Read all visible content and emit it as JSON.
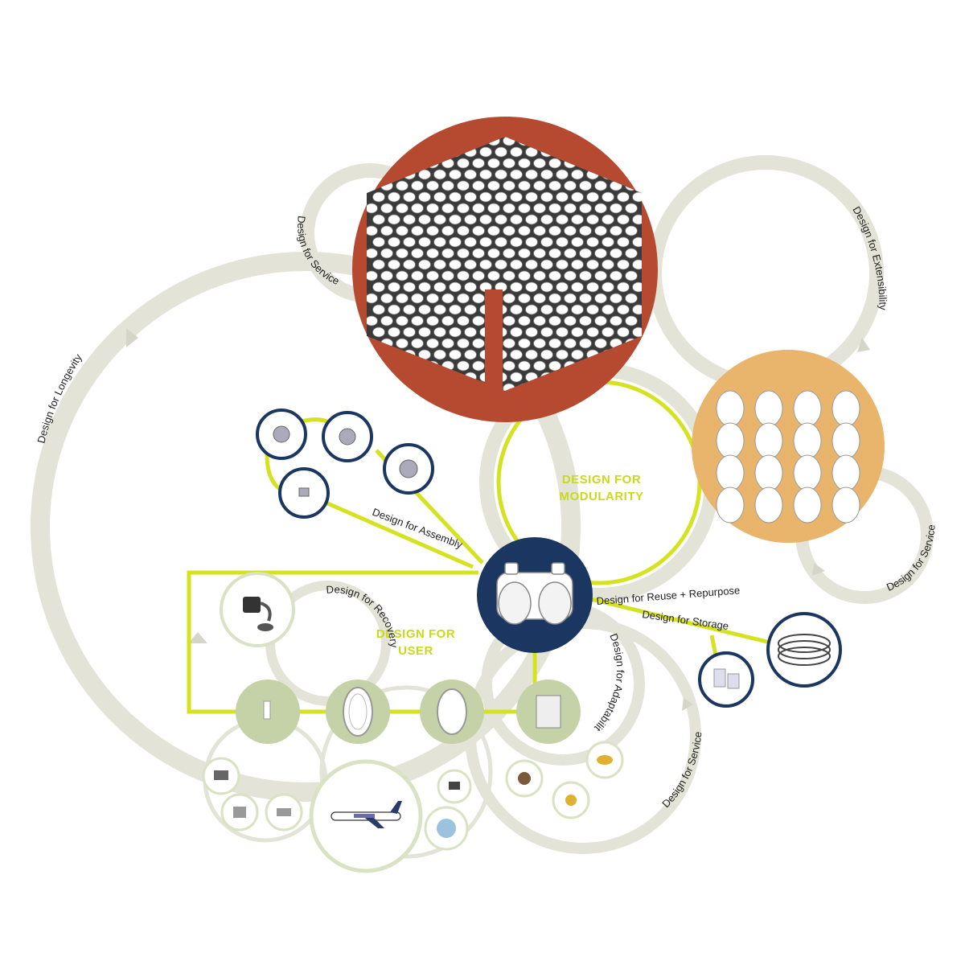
{
  "colors": {
    "ring": "#e3e3d7",
    "lime": "#d4e21f",
    "navy": "#1b3660",
    "rust": "#b54a31",
    "amber": "#e9b56c",
    "sage": "#c5d1a6",
    "sage_outline": "#d9e2c2",
    "hub_text": "#c9d821"
  },
  "hubs": {
    "modularity_line1": "DESIGN FOR",
    "modularity_line2": "MODULARITY",
    "user_line1": "DESIGN FOR",
    "user_line2": "USER"
  },
  "paths": {
    "service_top": "Design for Service",
    "extensibility": "Design for Extensibility",
    "longevity": "Design for Longevity",
    "assembly": "Design for Assembly",
    "reuse": "Design for Reuse + Repurpose",
    "service_right": "Design for Service",
    "storage": "Design for Storage",
    "recovery": "Design for Recovery",
    "adaptability": "Design for Adaptability",
    "service_bottom": "Design for Service"
  },
  "icons": {
    "hex_structure": "hexagonal-modular-wall-icon",
    "module_grid": "module-grid-icon",
    "module_unit": "window-module-unit-icon",
    "bolt": "bolt-screw-icon",
    "window_frame": "aircraft-window-frame-icon",
    "window_pane": "window-pane-icon",
    "bracket": "bracket-part-icon",
    "molten_metal": "molten-metal-ladle-icon",
    "airplane": "airplane-icon",
    "stacked_panels": "stacked-ring-panels-icon",
    "flat_pack": "flat-pack-boxes-icon"
  }
}
